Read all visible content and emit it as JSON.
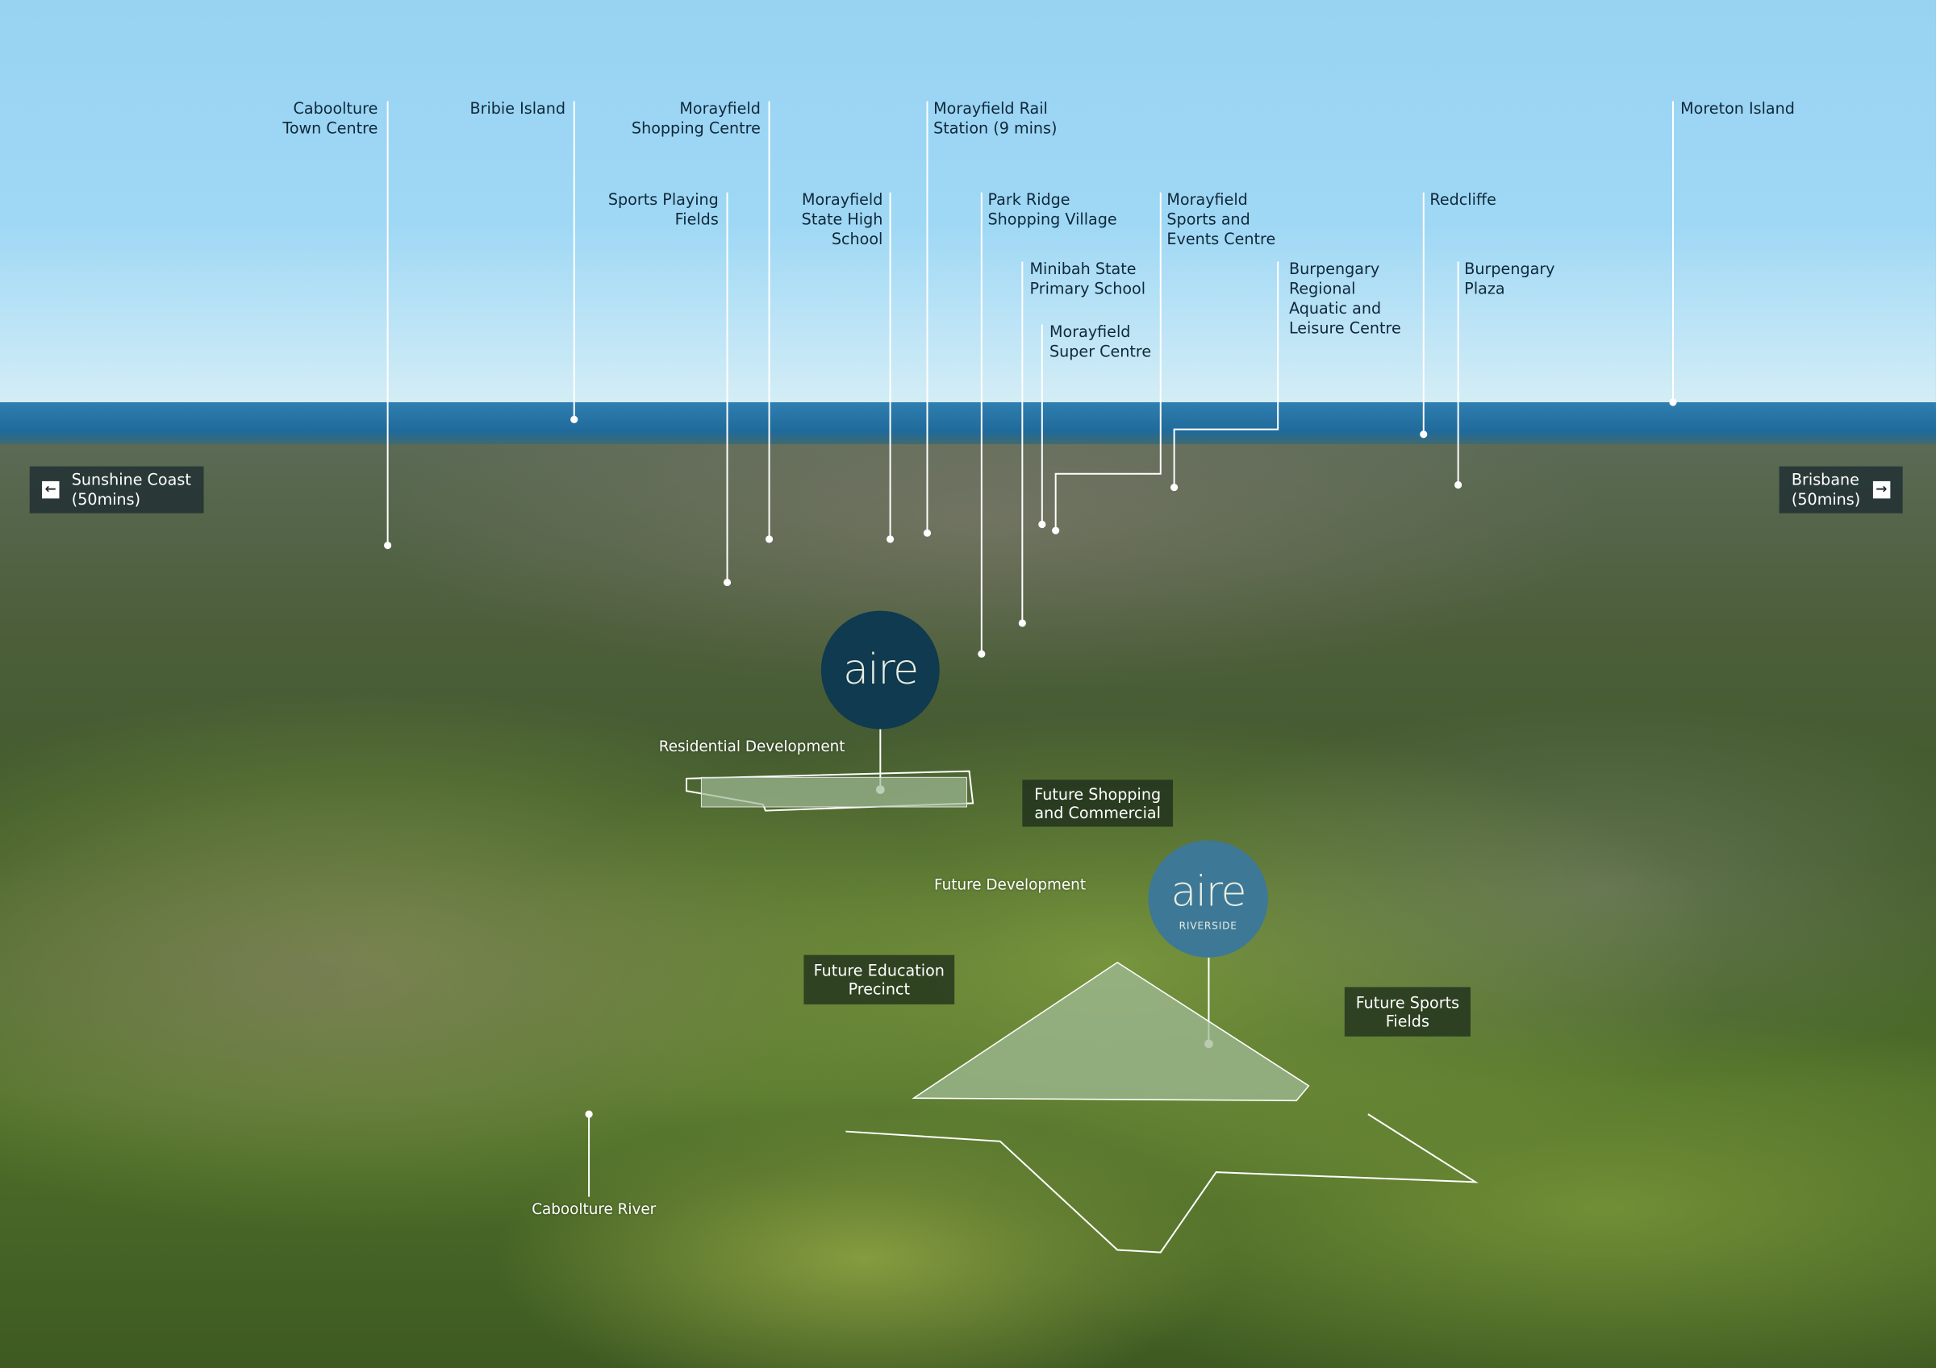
{
  "labels": {
    "caboolture_town_centre": [
      "Caboolture",
      "Town Centre"
    ],
    "bribie_island": "Bribie Island",
    "morayfield_shopping_centre": [
      "Morayfield",
      "Shopping Centre"
    ],
    "morayfield_rail_station": [
      "Morayfield Rail",
      "Station (9 mins)"
    ],
    "moreton_island": "Moreton Island",
    "sports_playing_fields": [
      "Sports Playing",
      "Fields"
    ],
    "morayfield_state_high_school": [
      "Morayfield",
      "State High",
      "School"
    ],
    "park_ridge_shopping_village": [
      "Park Ridge",
      "Shopping Village"
    ],
    "morayfield_sports_events": [
      "Morayfield",
      "Sports and",
      "Events Centre"
    ],
    "redcliffe": "Redcliffe",
    "minibah_state_primary": [
      "Minibah State",
      "Primary School"
    ],
    "burpengary_aquatic": [
      "Burpengary",
      "Regional",
      "Aquatic and",
      "Leisure Centre"
    ],
    "burpengary_plaza": [
      "Burpengary",
      "Plaza"
    ],
    "morayfield_super_centre": [
      "Morayfield",
      "Super Centre"
    ]
  },
  "nav": {
    "left": {
      "label": [
        "Sunshine Coast",
        "(50mins)"
      ],
      "icon": "arrow-left-icon"
    },
    "right": {
      "label": [
        "Brisbane",
        "(50mins)"
      ],
      "icon": "arrow-right-icon"
    }
  },
  "logos": {
    "aire": {
      "word": "aire",
      "color": "#0f3a4f"
    },
    "aire_riverside": {
      "word": "aire",
      "sub": "RIVERSIDE",
      "color": "#3d7896"
    }
  },
  "areas": {
    "residential_development": "Residential Development",
    "future_development": "Future Development",
    "caboolture_river": "Caboolture River",
    "future_shopping": [
      "Future Shopping",
      "and Commercial"
    ],
    "future_education": [
      "Future Education",
      "Precinct"
    ],
    "future_sports": [
      "Future Sports",
      "Fields"
    ]
  }
}
